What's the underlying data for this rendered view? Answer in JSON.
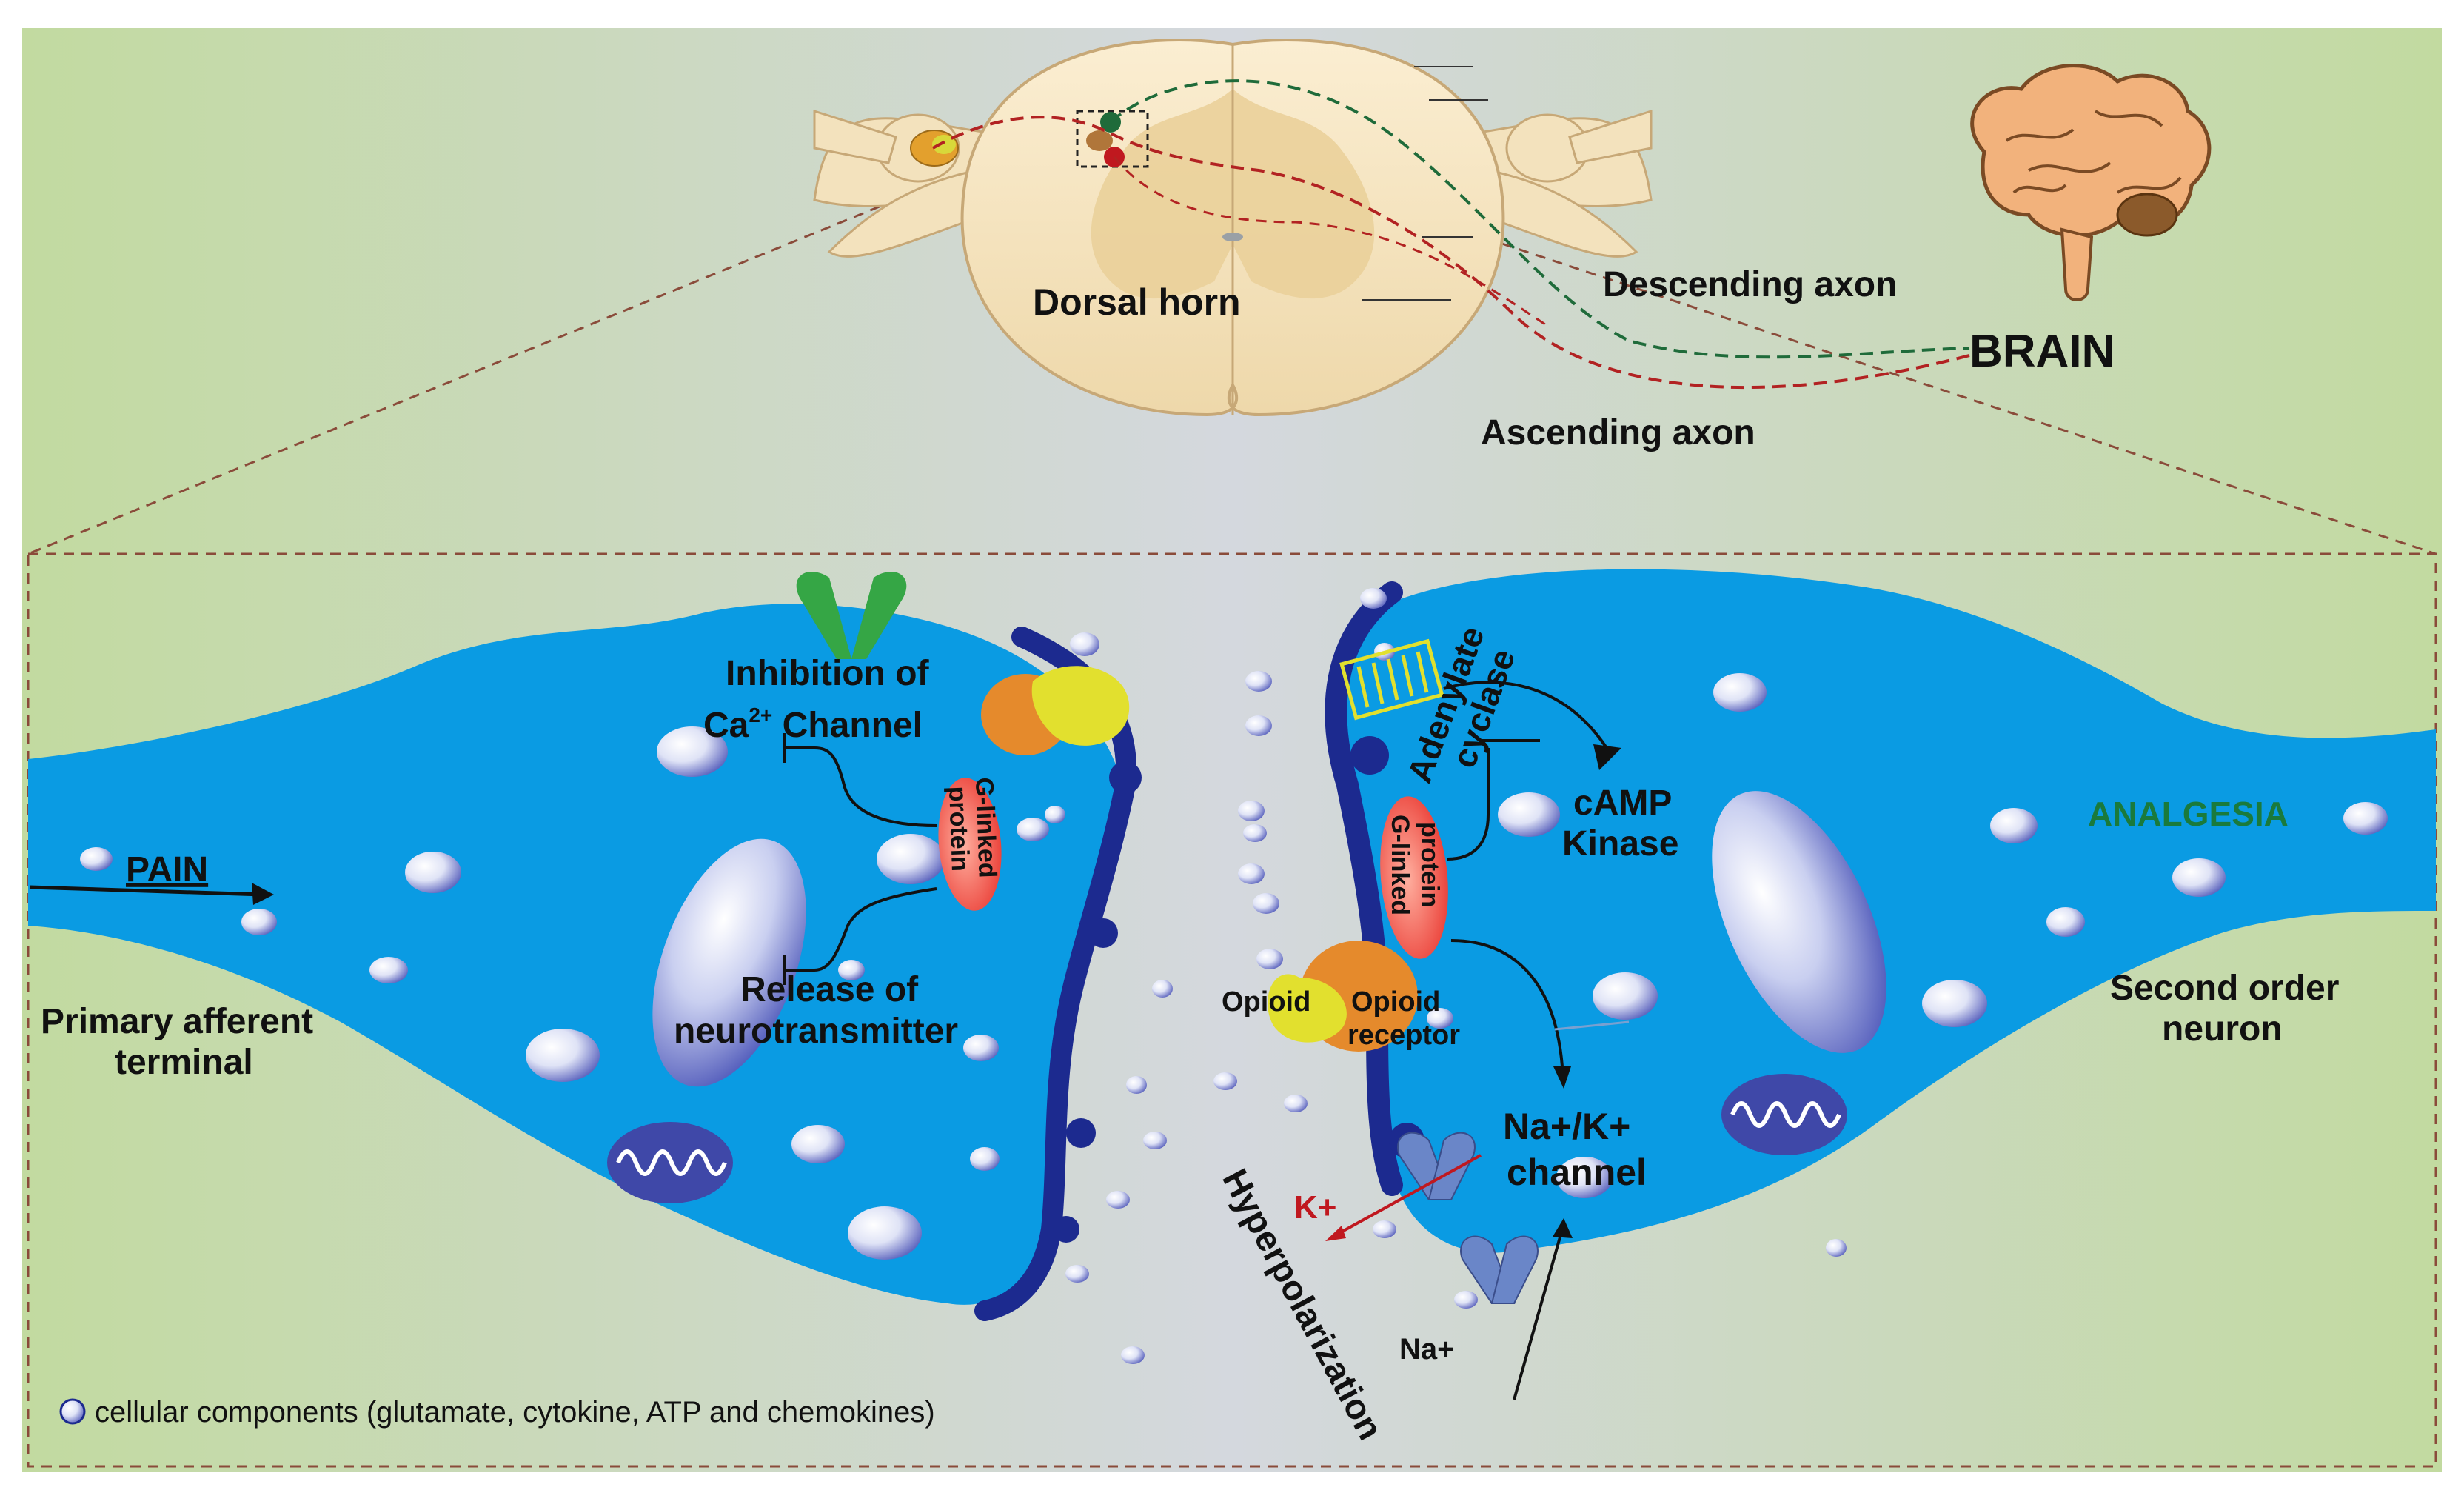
{
  "labels": {
    "dorsal_horn": "Dorsal horn",
    "descending_axon": "Descending axon",
    "ascending_axon": "Ascending axon",
    "brain": "BRAIN",
    "pain": "PAIN",
    "primary_afferent_line1": "Primary afferent",
    "primary_afferent_line2": "terminal",
    "inhibition_line1": "Inhibition of",
    "ca_channel_base": "Ca",
    "ca_channel_sup": "2+",
    "ca_channel_rest": " Channel",
    "g_linked_line1": "G-linked",
    "g_linked_line2": "protein",
    "release_line1": "Release of",
    "release_line2": "neurotransmitter",
    "adenylate_line1": "Adenylate",
    "adenylate_line2": "cyclase",
    "camp_line1": "cAMP",
    "camp_line2": "Kinase",
    "analgesia": "ANALGESIA",
    "second_order_line1": "Second order",
    "second_order_line2": "neuron",
    "opioid": "Opioid",
    "opioid_receptor_line1": "Opioid",
    "opioid_receptor_line2": "receptor",
    "na_k_line1": "Na+/K+",
    "na_k_line2": "channel",
    "k_plus": "K+",
    "na_plus": "Na+",
    "hyperpolarization": "Hyperpolarization"
  },
  "legend": {
    "text": "cellular components (glutamate, cytokine, ATP and chemokines)"
  },
  "colors": {
    "background_left": "#c4dba0",
    "background_center": "#d6d9e0",
    "neuron_fill": "#0a9be3",
    "membrane_dark": "#1c2a8f",
    "g_protein_red": "#e8322b",
    "receptor_orange": "#e58a2c",
    "opioid_yellow": "#e2e02e",
    "channel_green": "#35a645",
    "descending_axon": "#1f6b3a",
    "ascending_axon": "#b22222",
    "analgesia_text": "#1a7a3c",
    "k_plus_text": "#c0181f",
    "spinal_cord": "#f6e6c6"
  }
}
